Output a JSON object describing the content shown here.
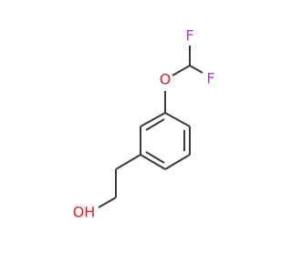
{
  "molecule": {
    "atoms": {
      "F_top": {
        "label": "F",
        "color": "#b040c0"
      },
      "F_right": {
        "label": "F",
        "color": "#b040c0"
      },
      "O_ether": {
        "label": "O",
        "color": "#e02020"
      },
      "O_hydroxyl": {
        "label": "OH",
        "color": "#e02020"
      }
    },
    "bond_color": "#3a3a3a"
  }
}
